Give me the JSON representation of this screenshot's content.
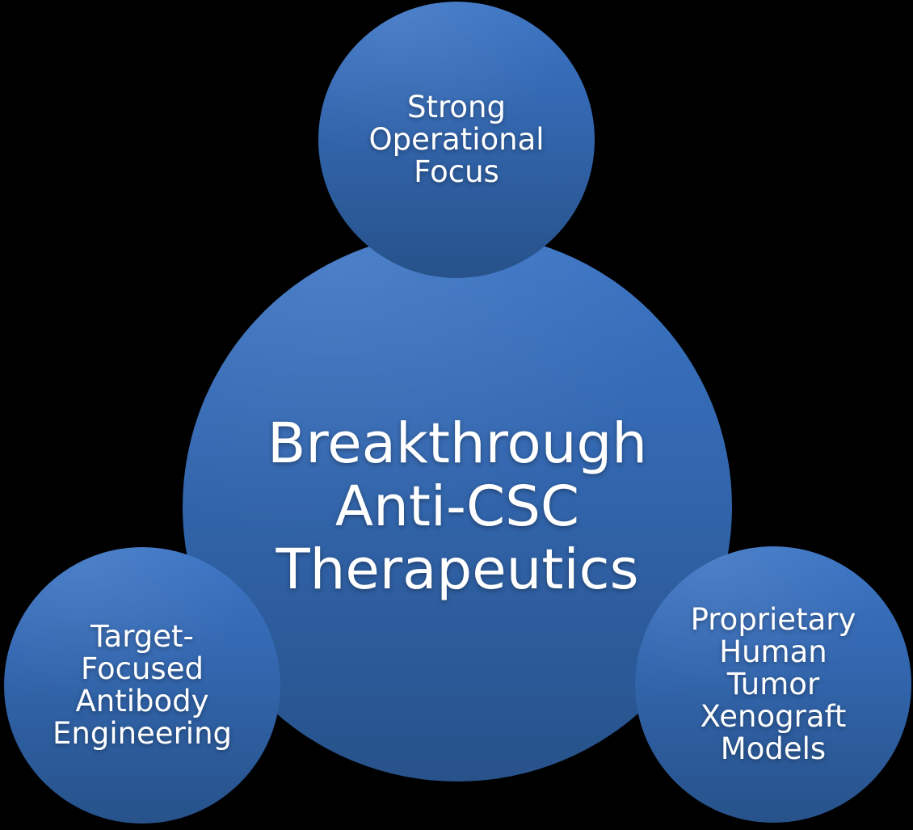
{
  "background": "#000000",
  "palette": {
    "circle_gradient_top": "#3b74c4",
    "circle_gradient_bottom": "#27528a",
    "text_color": "#ffffff"
  },
  "diagram": {
    "type": "converging-circles",
    "center": {
      "text": "Breakthrough\nAnti-CSC\nTherapeutics"
    },
    "satellites": [
      {
        "position": "top",
        "text": "Strong\nOperational\nFocus"
      },
      {
        "position": "bottom-left",
        "text": "Target-\nFocused\nAntibody\nEngineering"
      },
      {
        "position": "bottom-right",
        "text": "Proprietary\nHuman\nTumor\nXenograft\nModels"
      }
    ]
  }
}
